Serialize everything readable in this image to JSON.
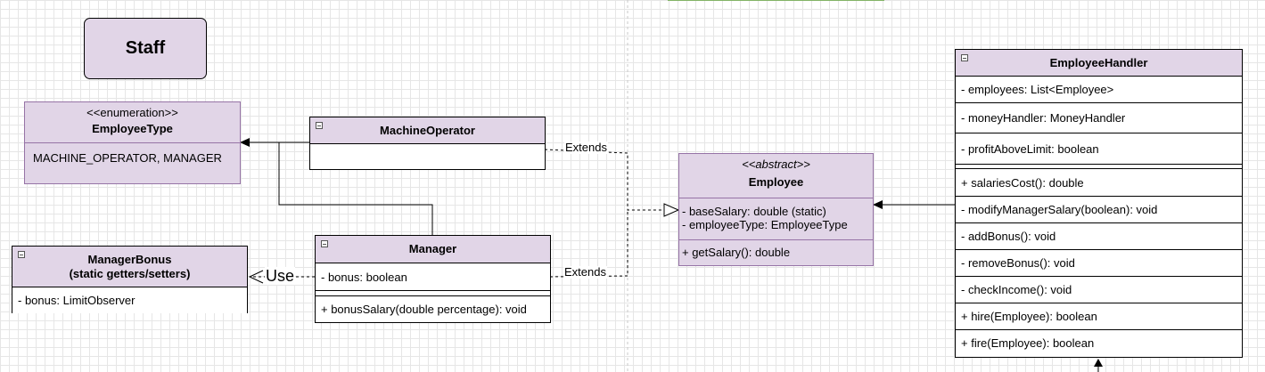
{
  "staff": {
    "title": "Staff"
  },
  "employee_type": {
    "stereotype": "<<enumeration>>",
    "name": "EmployeeType",
    "values": "MACHINE_OPERATOR, MANAGER"
  },
  "machine_operator": {
    "name": "MachineOperator"
  },
  "manager_bonus": {
    "name_line1": "ManagerBonus",
    "name_line2": "(static getters/setters)",
    "attr": "- bonus: LimitObserver"
  },
  "manager": {
    "name": "Manager",
    "attr": "- bonus: boolean",
    "method": "+ bonusSalary(double percentage): void"
  },
  "employee": {
    "stereotype": "<<abstract>>",
    "name": "Employee",
    "attrs": [
      "- baseSalary: double (static)",
      "- employeeType: EmployeeType"
    ],
    "method": "+ getSalary(): double"
  },
  "employee_handler": {
    "name": "EmployeeHandler",
    "attrs": [
      "- employees: List<Employee>",
      "- moneyHandler: MoneyHandler",
      "- profitAboveLimit: boolean"
    ],
    "methods": [
      "+ salariesCost(): double",
      "- modifyManagerSalary(boolean): void",
      "- addBonus(): void",
      "- removeBonus(): void",
      "- checkIncome(): void",
      "+ hire(Employee): boolean",
      "+ fire(Employee): boolean"
    ]
  },
  "edges": {
    "extends_label": "Extends",
    "use_label": "Use"
  },
  "colors": {
    "class_fill": "#e1d5e7",
    "class_stroke": "#9673a6",
    "selection_line": "#82b366"
  }
}
